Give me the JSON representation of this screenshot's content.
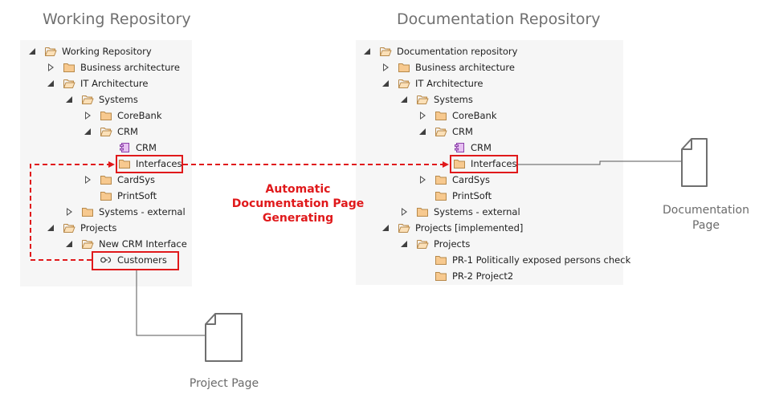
{
  "left": {
    "heading": "Working Repository",
    "nodes": [
      {
        "label": "Working Repository",
        "toggle": "expanded",
        "icon": "folder-open-icon"
      },
      {
        "label": "Business architecture",
        "toggle": "collapsed",
        "icon": "folder-icon"
      },
      {
        "label": "IT Architecture",
        "toggle": "expanded",
        "icon": "folder-open-icon"
      },
      {
        "label": "Systems",
        "toggle": "expanded",
        "icon": "folder-open-icon"
      },
      {
        "label": "CoreBank",
        "toggle": "collapsed",
        "icon": "folder-icon"
      },
      {
        "label": "CRM",
        "toggle": "expanded",
        "icon": "folder-open-icon"
      },
      {
        "label": "CRM",
        "toggle": "none",
        "icon": "component-icon"
      },
      {
        "label": "Interfaces",
        "toggle": "none",
        "icon": "folder-icon"
      },
      {
        "label": "CardSys",
        "toggle": "collapsed",
        "icon": "folder-icon"
      },
      {
        "label": "PrintSoft",
        "toggle": "none",
        "icon": "folder-icon"
      },
      {
        "label": "Systems - external",
        "toggle": "collapsed",
        "icon": "folder-icon"
      },
      {
        "label": "Projects",
        "toggle": "expanded",
        "icon": "folder-open-icon"
      },
      {
        "label": "New CRM Interface",
        "toggle": "expanded",
        "icon": "folder-open-icon"
      },
      {
        "label": "Customers",
        "toggle": "none",
        "icon": "interface-icon"
      }
    ]
  },
  "right": {
    "heading": "Documentation Repository",
    "nodes": [
      {
        "label": "Documentation repository",
        "toggle": "expanded",
        "icon": "folder-open-icon"
      },
      {
        "label": "Business architecture",
        "toggle": "collapsed",
        "icon": "folder-icon"
      },
      {
        "label": "IT Architecture",
        "toggle": "expanded",
        "icon": "folder-open-icon"
      },
      {
        "label": "Systems",
        "toggle": "expanded",
        "icon": "folder-open-icon"
      },
      {
        "label": "CoreBank",
        "toggle": "collapsed",
        "icon": "folder-icon"
      },
      {
        "label": "CRM",
        "toggle": "expanded",
        "icon": "folder-open-icon"
      },
      {
        "label": "CRM",
        "toggle": "none",
        "icon": "component-icon"
      },
      {
        "label": "Interfaces",
        "toggle": "none",
        "icon": "folder-icon"
      },
      {
        "label": "CardSys",
        "toggle": "collapsed",
        "icon": "folder-icon"
      },
      {
        "label": "PrintSoft",
        "toggle": "none",
        "icon": "folder-icon"
      },
      {
        "label": "Systems - external",
        "toggle": "collapsed",
        "icon": "folder-icon"
      },
      {
        "label": "Projects [implemented]",
        "toggle": "expanded",
        "icon": "folder-open-icon"
      },
      {
        "label": "Projects",
        "toggle": "expanded",
        "icon": "folder-open-icon"
      },
      {
        "label": "PR-1 Politically exposed persons check",
        "toggle": "none",
        "icon": "folder-icon"
      },
      {
        "label": "PR-2 Project2",
        "toggle": "none",
        "icon": "folder-icon"
      }
    ]
  },
  "annotation": {
    "line1": "Automatic",
    "line2": "Documentation Page",
    "line3": "Generating",
    "color": "#e0191b"
  },
  "documentation_page": {
    "line1": "Documentation",
    "line2": "Page",
    "icon": "page-icon"
  },
  "project_page": {
    "label": "Project Page",
    "icon": "page-icon"
  }
}
